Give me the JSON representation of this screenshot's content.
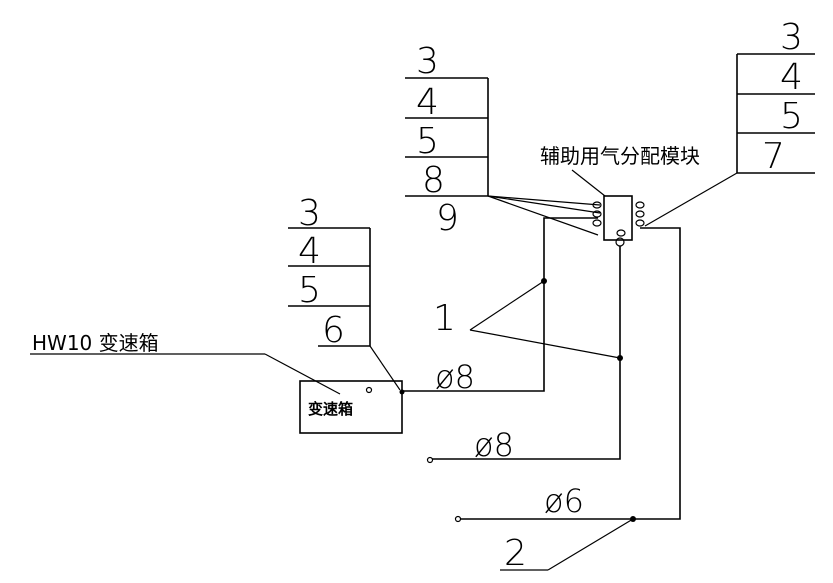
{
  "labels": {
    "gearbox_model": "HW10 变速箱",
    "gearbox_box": "变速箱",
    "module": "辅助用气分配模块",
    "pipe_dia_1": "ø8",
    "pipe_dia_2": "ø8",
    "pipe_dia_3": "ø6",
    "callout_1": "1",
    "callout_2": "2"
  },
  "stacks": {
    "left_stack": [
      "3",
      "4",
      "5",
      "6"
    ],
    "top_stack": [
      "3",
      "4",
      "5",
      "8",
      "9"
    ],
    "right_stack": [
      "3",
      "4",
      "5",
      "7"
    ]
  }
}
